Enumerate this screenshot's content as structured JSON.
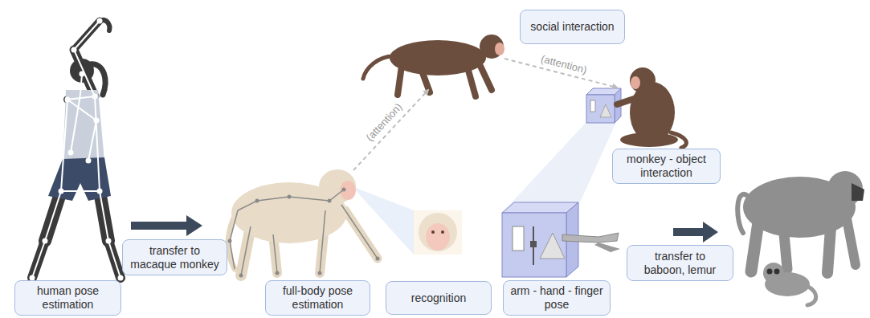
{
  "diagram": {
    "nodes": [
      {
        "text": [
          "social interaction"
        ]
      },
      {
        "text": [
          "monkey - object interaction"
        ]
      },
      {
        "text": [
          "transfer to macaque monkey"
        ]
      },
      {
        "text": [
          "transfer to baboon, lemur"
        ]
      },
      {
        "text": [
          "human pose estimation"
        ]
      },
      {
        "text": [
          "full-body pose estimation"
        ]
      },
      {
        "text": [
          "recognition"
        ]
      },
      {
        "text": [
          "arm - hand - finger pose"
        ]
      }
    ],
    "labels": [
      "(attention)",
      "(attention)"
    ]
  }
}
